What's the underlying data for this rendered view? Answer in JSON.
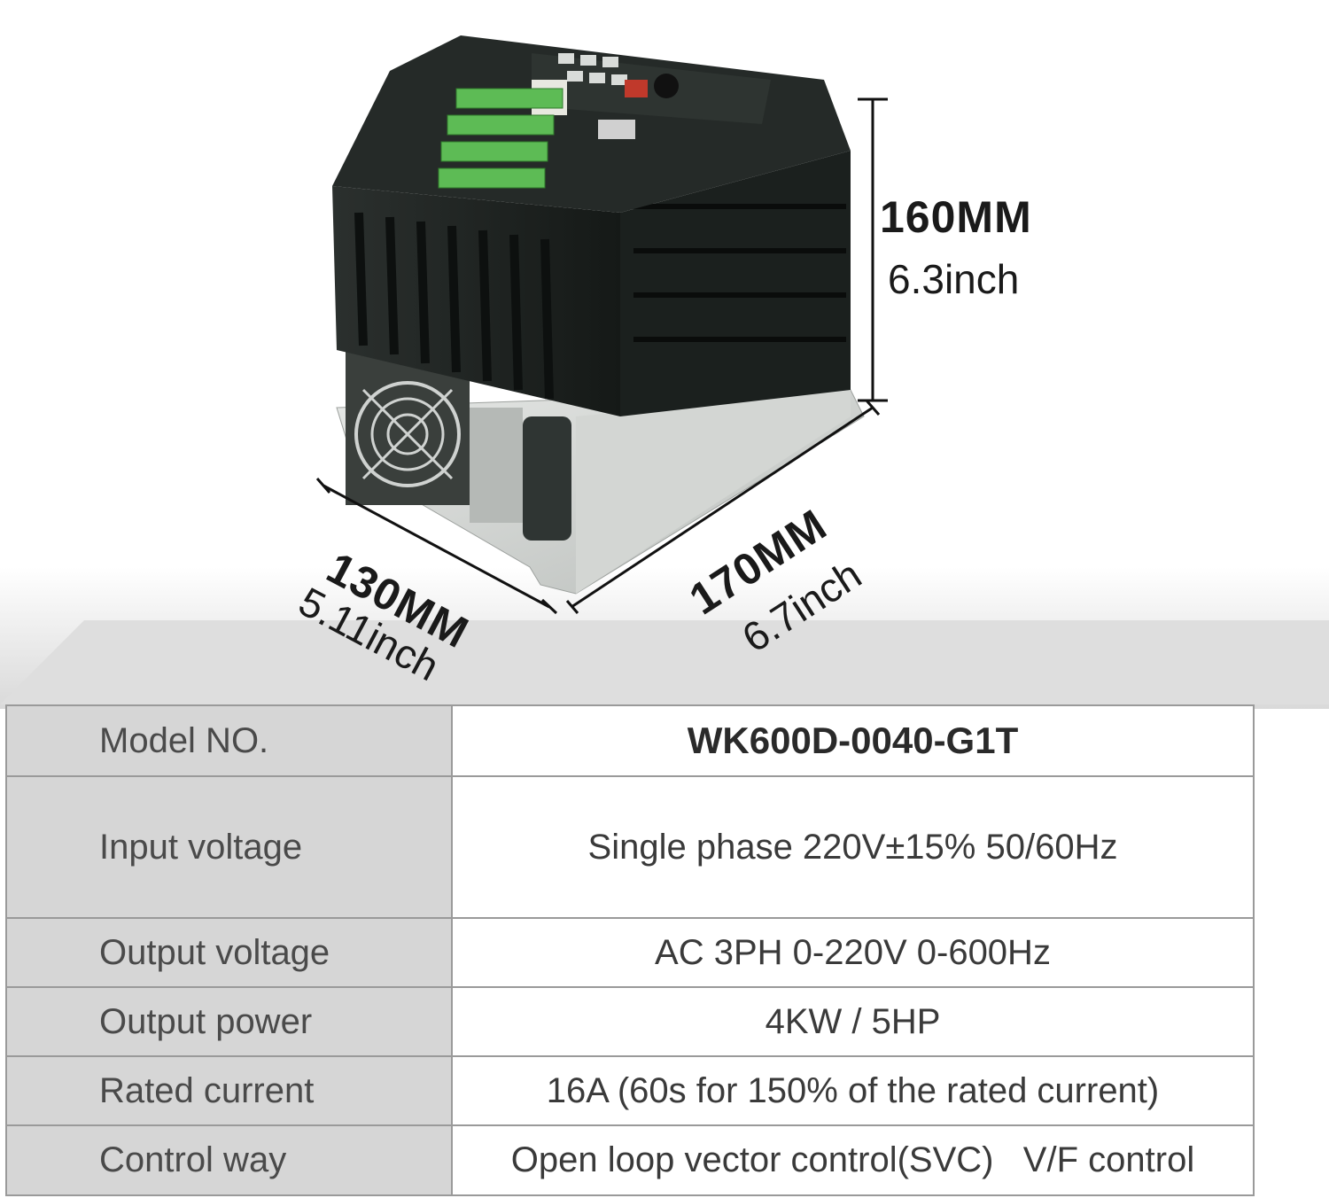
{
  "dimensions": {
    "height": {
      "main": "160MM",
      "sub": "6.3inch"
    },
    "width": {
      "main": "130MM",
      "sub": "5.11inch"
    },
    "depth": {
      "main": "170MM",
      "sub": "6.7inch"
    }
  },
  "specs": [
    {
      "label": "Model NO.",
      "value": "WK600D-0040-G1T"
    },
    {
      "label": "Input voltage",
      "value": "Single phase 220V±15% 50/60Hz"
    },
    {
      "label": "Output voltage",
      "value": "AC 3PH 0-220V 0-600Hz"
    },
    {
      "label": "Output power",
      "value": "4KW / 5HP"
    },
    {
      "label": "Rated current",
      "value": "16A (60s for 150% of the rated current)"
    },
    {
      "label": "Control way",
      "value": "Open loop vector control(SVC)   V/F control"
    }
  ],
  "colors": {
    "housing": "#1f2422",
    "terminal": "#5dbb55",
    "heatsink": "#c8ccc9",
    "table_label_bg": "#d6d6d6"
  }
}
